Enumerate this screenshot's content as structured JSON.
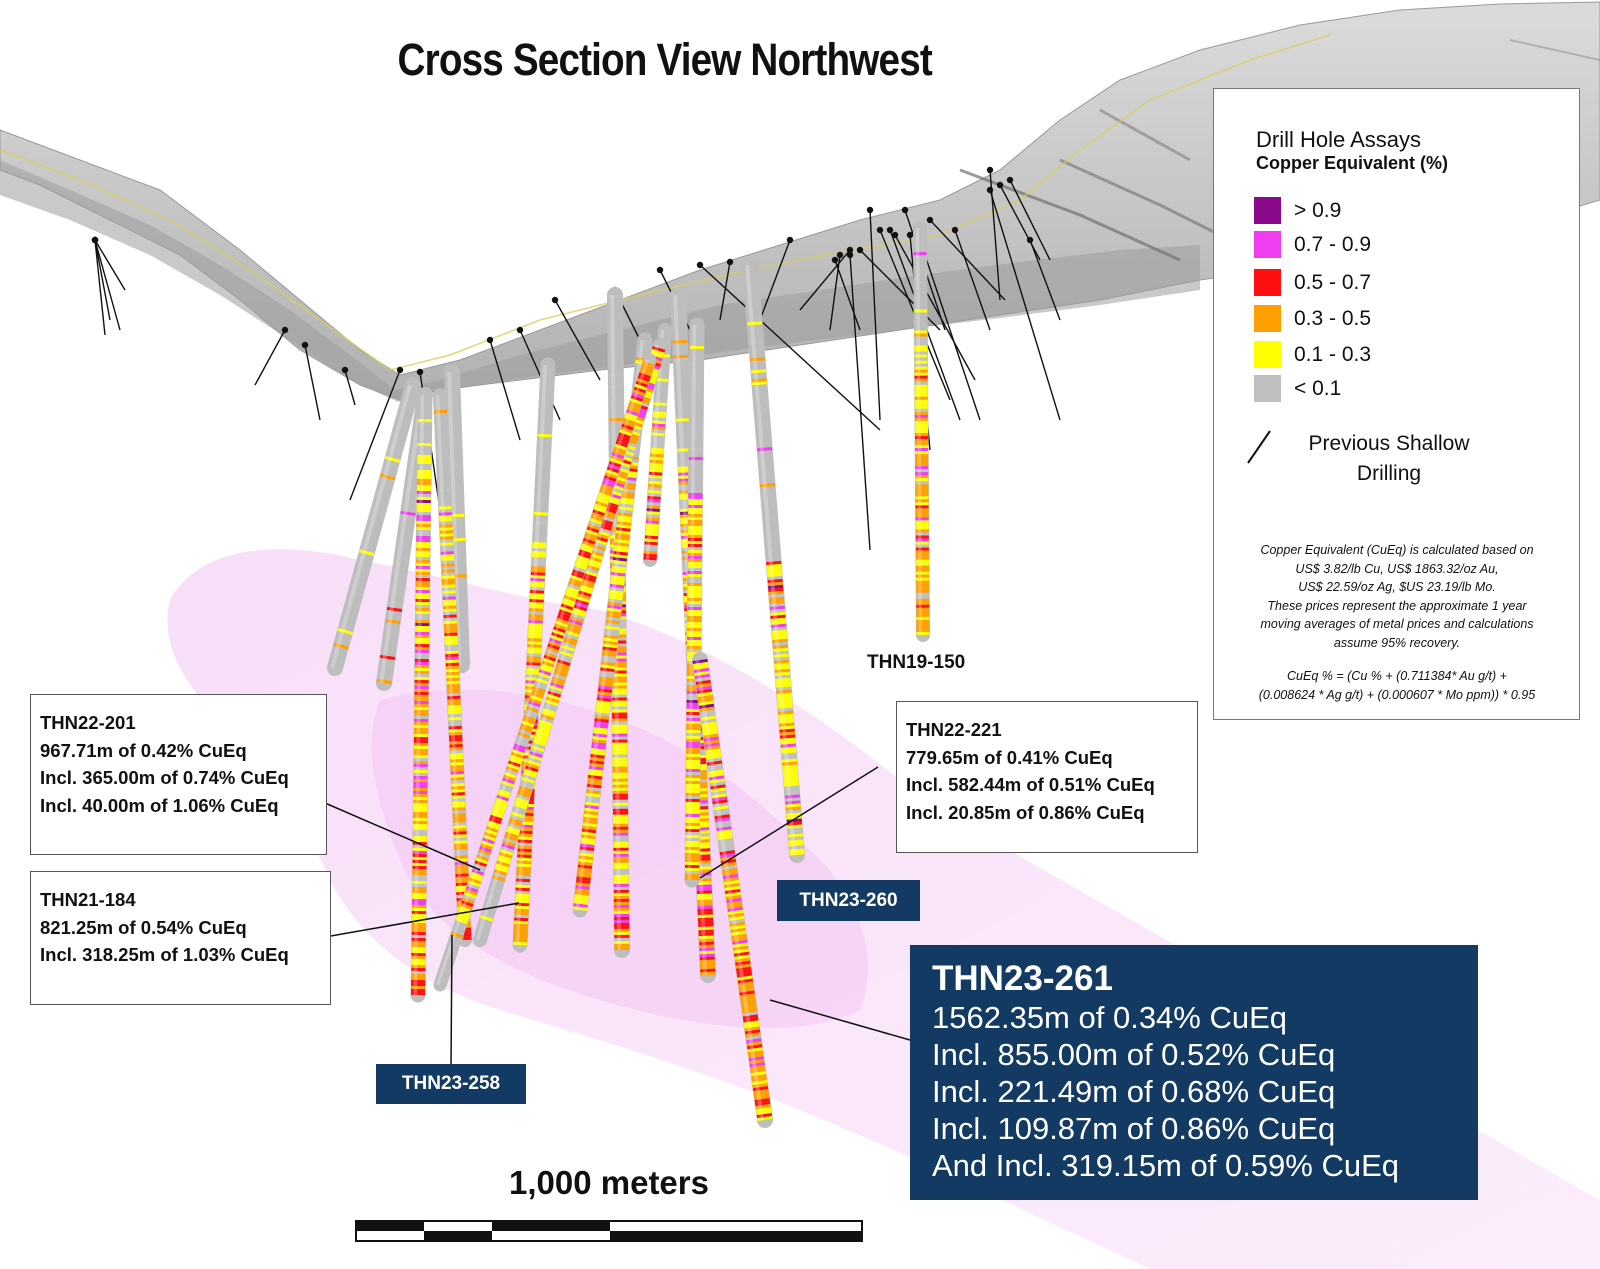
{
  "title": "Cross Section View Northwest",
  "legend": {
    "title": "Drill Hole Assays",
    "subtitle": "Copper Equivalent (%)",
    "items": [
      {
        "label": "> 0.9",
        "color": "#8b0a8b"
      },
      {
        "label": "0.7 - 0.9",
        "color": "#f03df0"
      },
      {
        "label": "0.5 - 0.7",
        "color": "#ff1010"
      },
      {
        "label": "0.3 - 0.5",
        "color": "#ffa000"
      },
      {
        "label": "0.1 - 0.3",
        "color": "#ffff00"
      },
      {
        "label": "< 0.1",
        "color": "#c0c0c0"
      }
    ],
    "previous_drilling_line1": "Previous Shallow",
    "previous_drilling_line2": "Drilling",
    "note_lines": [
      "Copper Equivalent (CuEq) is calculated based on",
      "US$ 3.82/lb Cu, US$ 1863.32/oz Au,",
      "US$ 22.59/oz Ag, $US 23.19/lb Mo.",
      "These prices represent the approximate 1 year",
      "moving averages of metal prices and calculations",
      "assume 95% recovery."
    ],
    "formula_lines": [
      "CuEq % = (Cu % + (0.711384* Au g/t) +",
      "(0.008624 * Ag g/t) + (0.000607 * Mo ppm)) * 0.95"
    ]
  },
  "callouts": {
    "thn22_201": [
      "THN22-201",
      "967.71m of 0.42% CuEq",
      "Incl. 365.00m of 0.74% CuEq",
      "Incl. 40.00m of 1.06% CuEq"
    ],
    "thn21_184": [
      "THN21-184",
      "821.25m of 0.54% CuEq",
      "Incl. 318.25m of 1.03% CuEq"
    ],
    "thn22_221": [
      "THN22-221",
      "779.65m of 0.41% CuEq",
      "Incl. 582.44m of 0.51% CuEq",
      "Incl. 20.85m of 0.86% CuEq"
    ],
    "thn23_261": {
      "title": "THN23-261",
      "lines": [
        "1562.35m of 0.34% CuEq",
        "Incl. 855.00m of 0.52% CuEq",
        "Incl. 221.49m of 0.68% CuEq",
        "Incl. 109.87m of 0.86% CuEq",
        "And Incl. 319.15m of 0.59% CuEq"
      ]
    }
  },
  "tags": {
    "thn23_260": "THN23-260",
    "thn23_258": "THN23-258"
  },
  "hole_labels": {
    "thn19_150": "THN19-150"
  },
  "scale_bar": {
    "label": "1,000 meters"
  },
  "colors": {
    "annotation_box": "#123a63",
    "terrain": "#b5b5b5",
    "ore_body": "#f3c8f3"
  }
}
